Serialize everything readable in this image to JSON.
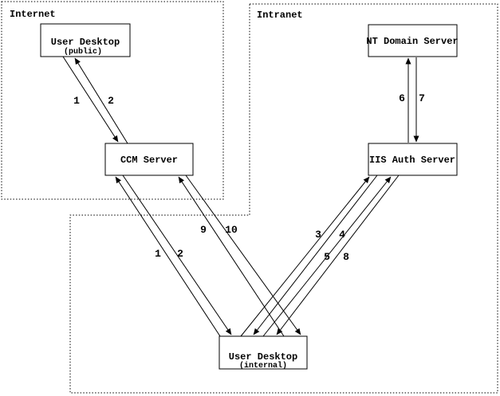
{
  "diagram": {
    "regions": {
      "internet": {
        "label": "Internet"
      },
      "intranet": {
        "label": "Intranet"
      }
    },
    "nodes": {
      "desktop_public": {
        "title": "User Desktop",
        "subtitle": "(public)"
      },
      "ccm": {
        "title": "CCM Server"
      },
      "nt_domain": {
        "title": "NT Domain Server"
      },
      "iis_auth": {
        "title": "IIS Auth Server"
      },
      "desktop_internal": {
        "title": "User Desktop",
        "subtitle": "(internal)"
      }
    },
    "edge_labels": {
      "internet_1": "1",
      "internet_2": "2",
      "internal_ccm_1": "1",
      "internal_ccm_2": "2",
      "internal_ccm_9": "9",
      "internal_ccm_10": "10",
      "iis_3": "3",
      "iis_4": "4",
      "iis_5": "5",
      "iis_8": "8",
      "nt_6": "6",
      "nt_7": "7"
    },
    "colors": {
      "line": "#000000",
      "background": "#ffffff"
    }
  }
}
